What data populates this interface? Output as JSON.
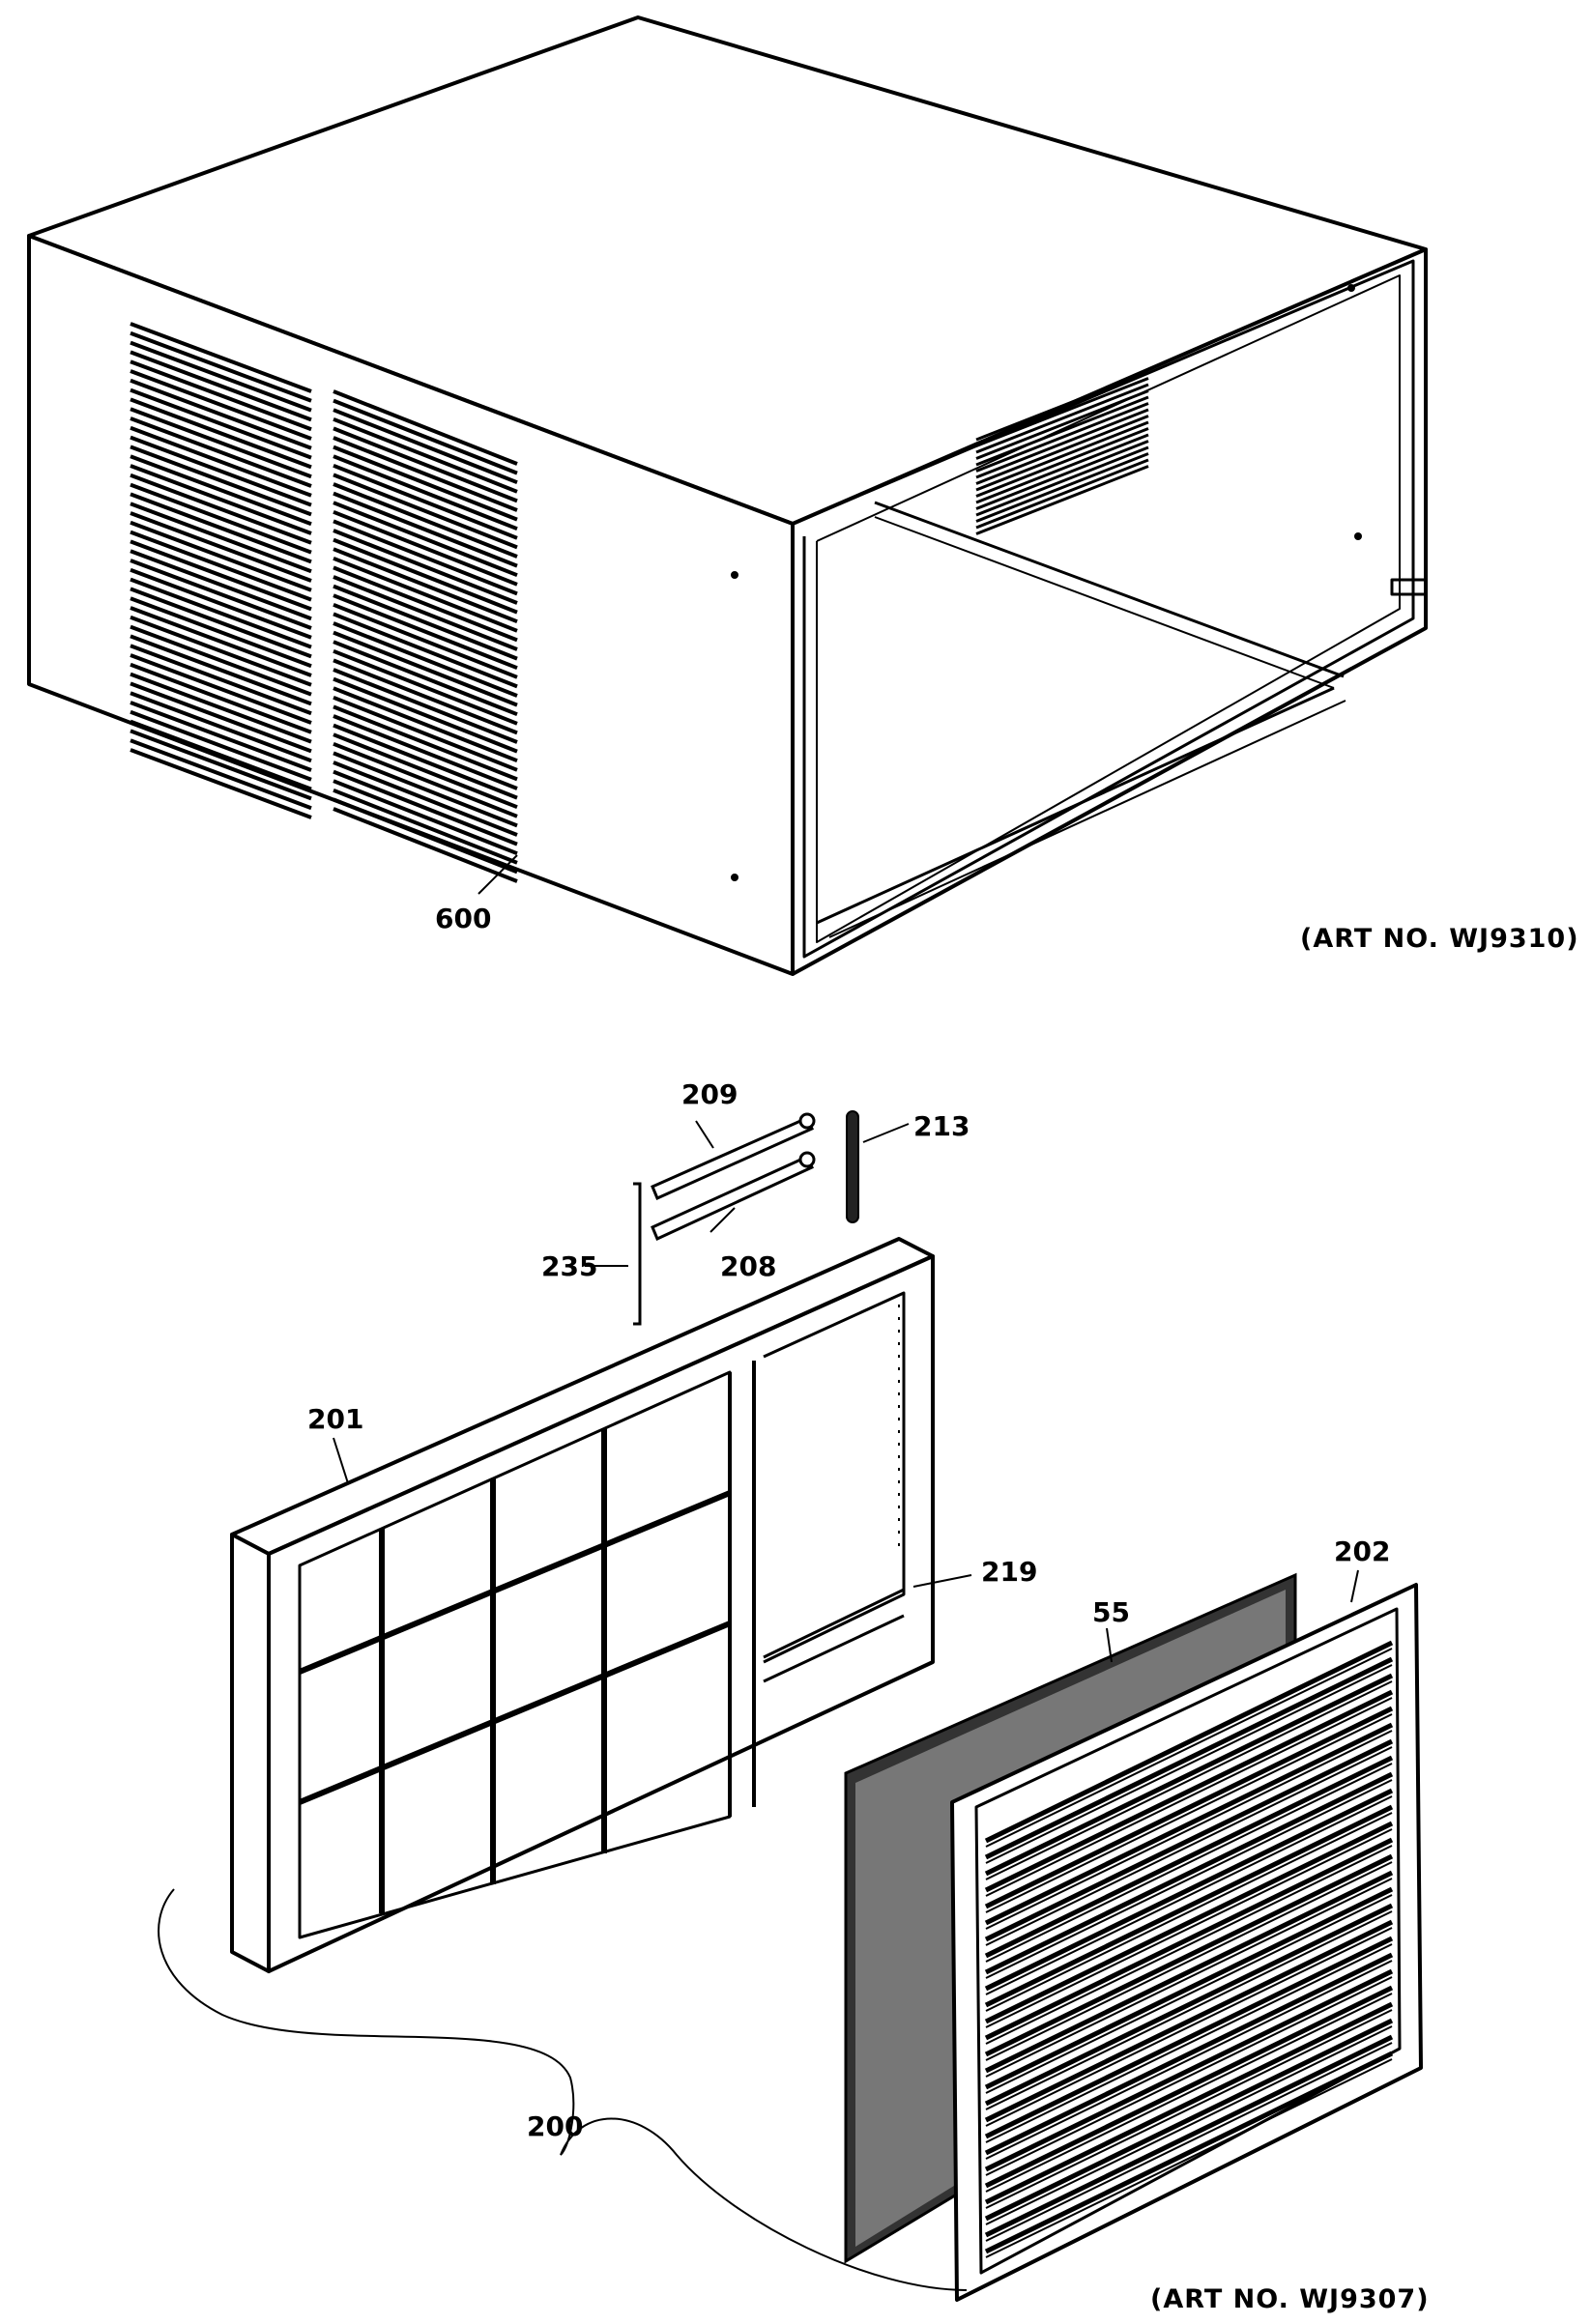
{
  "drawing_1": {
    "art_number": "(ART NO. WJ9310)",
    "callouts": {
      "p600": "600"
    }
  },
  "drawing_2": {
    "art_number": "(ART NO. WJ9307)",
    "callouts": {
      "p209": "209",
      "p213": "213",
      "p235": "235",
      "p208": "208",
      "p201": "201",
      "p219": "219",
      "p202": "202",
      "p55": "55",
      "p200": "200"
    }
  }
}
